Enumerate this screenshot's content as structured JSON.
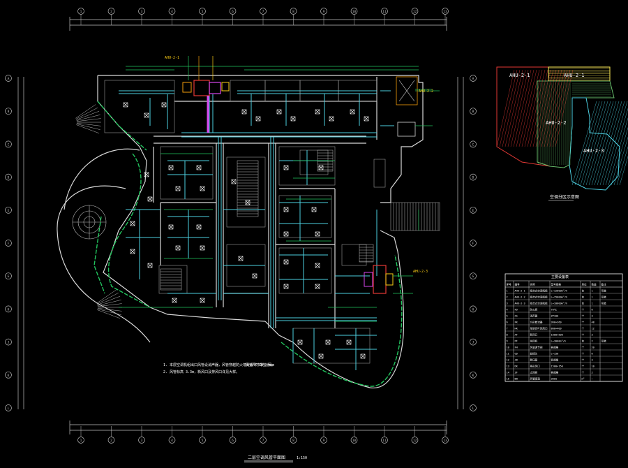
{
  "drawing": {
    "title": "二层空调风管平面图",
    "scale": "1:150",
    "note_line1": "1. 本层空调机组出口风管设消声器，风管穿越防火墙处设70℃防火阀。",
    "note_line2": "2. 风管标高 3.3m，新风口及排风口详见大样。",
    "note_extra": "风管尺寸单位为mm"
  },
  "zone_map": {
    "caption": "空调分区示意图",
    "zones": [
      {
        "label": "AHU-2-1",
        "color": "#e53935"
      },
      {
        "label": "AHU-2-1",
        "color": "#ffee58"
      },
      {
        "label": "AHU-2-2",
        "color": "#66bb6a"
      },
      {
        "label": "AHU-2-3",
        "color": "#4dd0e1"
      }
    ]
  },
  "equipment_table": {
    "title": "主要设备表",
    "headers": [
      "序号",
      "编号",
      "名称",
      "型号规格",
      "单位",
      "数量",
      "备注"
    ],
    "rows": [
      [
        "1",
        "AHU-2-1",
        "组合式空调机组",
        "L=12000m³/h",
        "台",
        "1",
        "吊装"
      ],
      [
        "2",
        "AHU-2-2",
        "组合式空调机组",
        "L=15000m³/h",
        "台",
        "1",
        "吊装"
      ],
      [
        "3",
        "AHU-2-3",
        "组合式空调机组",
        "L=10000m³/h",
        "台",
        "1",
        "吊装"
      ],
      [
        "4",
        "FD",
        "防火阀",
        "70℃",
        "个",
        "6",
        ""
      ],
      [
        "5",
        "XS",
        "消声器",
        "ZP100",
        "个",
        "3",
        ""
      ],
      [
        "6",
        "FK",
        "方形散流器",
        "360×360",
        "个",
        "48",
        ""
      ],
      [
        "7",
        "HK",
        "单层百叶回风口",
        "800×400",
        "个",
        "12",
        ""
      ],
      [
        "8",
        "XF",
        "新风口",
        "1000×500",
        "个",
        "3",
        ""
      ],
      [
        "9",
        "PF",
        "排风机",
        "L=3000m³/h",
        "台",
        "2",
        "吊装"
      ],
      [
        "10",
        "FH",
        "风量调节阀",
        "各规格",
        "个",
        "20",
        ""
      ],
      [
        "11",
        "GD",
        "软接头",
        "L=150",
        "个",
        "6",
        ""
      ],
      [
        "12",
        "JB",
        "静压箱",
        "各规格",
        "个",
        "3",
        ""
      ],
      [
        "13",
        "DK",
        "条形风口",
        "1500×150",
        "个",
        "10",
        ""
      ],
      [
        "14",
        "ZF",
        "止回阀",
        "各规格",
        "个",
        "2",
        ""
      ],
      [
        "15",
        "BW",
        "风管保温",
        "30mm",
        "m²",
        "—",
        ""
      ]
    ]
  },
  "grid_numbers_top": [
    "1",
    "2",
    "3",
    "4",
    "5",
    "6",
    "7",
    "8",
    "9",
    "10",
    "11",
    "12",
    "13"
  ],
  "grid_letters_left": [
    "A",
    "B",
    "C",
    "D",
    "E",
    "F",
    "G",
    "H",
    "J",
    "K",
    "L"
  ],
  "ahu_tags": [
    "AHU-2-1",
    "AHU-2-2",
    "AHU-2-3"
  ],
  "colors": {
    "background": "#000000",
    "wall": "#d9d9d9",
    "duct": "#4dd0e1",
    "diffuser": "#ffffff",
    "green_line": "#22c55e",
    "dim": "#c0c0c0",
    "equipment_red": "#e53935",
    "equipment_magenta": "#d946ef",
    "equipment_orange": "#f59e0b",
    "equipment_yellow": "#facc15"
  }
}
